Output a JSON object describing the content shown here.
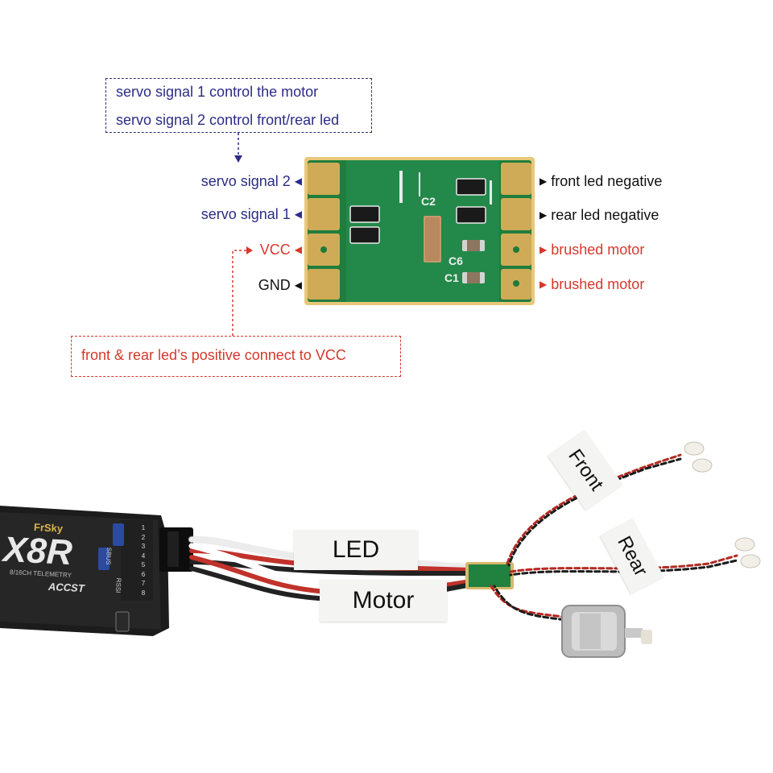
{
  "colors": {
    "signal_blue": "#2c2c86",
    "power_red": "#d5382b",
    "text_black": "#111111",
    "pcb_green": "#1e7a3b",
    "pad_gold": "#c9a24a"
  },
  "signal_note": {
    "line1": "servo signal 1 control the motor",
    "line2": "servo signal 2 control front/rear led"
  },
  "power_note": {
    "text": "front & rear led’s positive connect to VCC"
  },
  "board": {
    "silkscreen": [
      "C2",
      "C6",
      "C1"
    ],
    "left_pins": [
      {
        "label": "servo signal 2",
        "color": "#2c2c86"
      },
      {
        "label": "servo signal 1",
        "color": "#2c2c86"
      },
      {
        "label": "VCC",
        "color": "#d5382b"
      },
      {
        "label": "GND",
        "color": "#111111"
      }
    ],
    "right_pins": [
      {
        "label": "front led negative",
        "color": "#111111"
      },
      {
        "label": "rear led negative",
        "color": "#111111"
      },
      {
        "label": "brushed motor",
        "color": "#d5382b"
      },
      {
        "label": "brushed motor",
        "color": "#d5382b"
      }
    ]
  },
  "receiver": {
    "brand": "FrSky",
    "model": "X8R",
    "subtitle": "8/16CH TELEMETRY",
    "logo": "ACCST",
    "sbus": "SBUS",
    "rssi": "RSSI",
    "channels": [
      "1",
      "2",
      "3",
      "4",
      "5",
      "6",
      "7",
      "8"
    ]
  },
  "tags": {
    "led": "LED",
    "motor": "Motor",
    "front": "Front",
    "rear": "Rear"
  }
}
